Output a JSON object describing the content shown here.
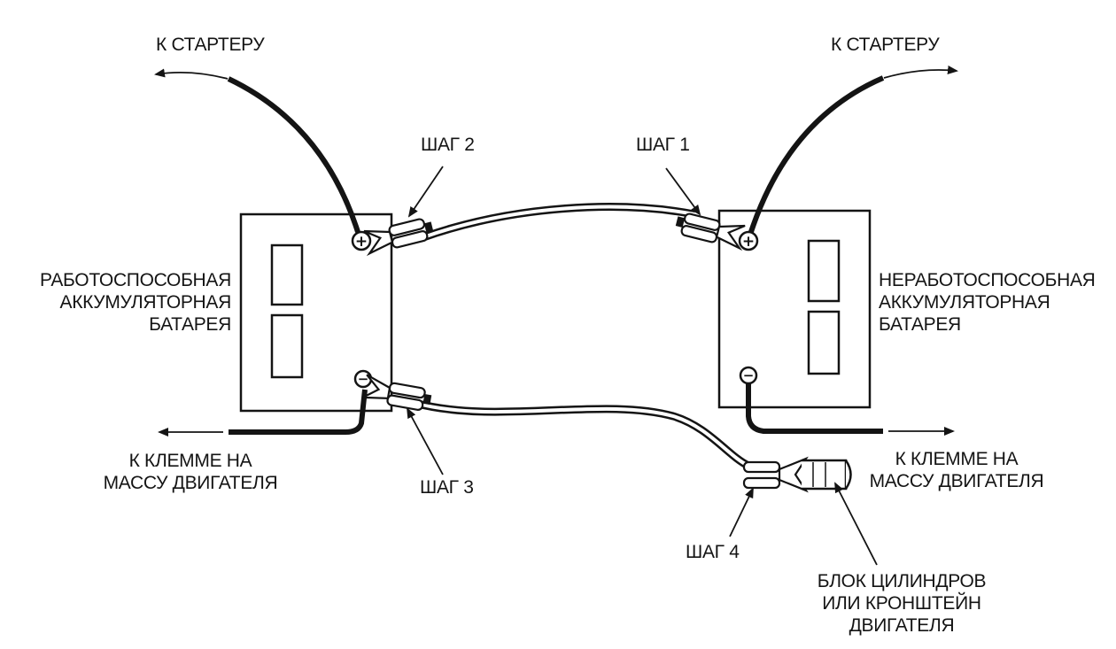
{
  "labels": {
    "to_starter_left": "К СТАРТЕРУ",
    "to_starter_right": "К СТАРТЕРУ",
    "step1": "ШАГ 1",
    "step2": "ШАГ 2",
    "step3": "ШАГ 3",
    "step4": "ШАГ 4",
    "good_battery": [
      "РАБОТОСПОСОБНАЯ",
      "АККУМУЛЯТОРНАЯ",
      "БАТАРЕЯ"
    ],
    "bad_battery": [
      "НЕРАБОТОСПОСОБНАЯ",
      "АККУМУЛЯТОРНАЯ",
      "БАТАРЕЯ"
    ],
    "ground_left": [
      "К КЛЕММЕ НА",
      "МАССУ ДВИГАТЕЛЯ"
    ],
    "ground_right": [
      "К КЛЕММЕ НА",
      "МАССУ ДВИГАТЕЛЯ"
    ],
    "engine_block": [
      "БЛОК ЦИЛИНДРОВ",
      "ИЛИ КРОНШТЕЙН",
      "ДВИГАТЕЛЯ"
    ]
  },
  "symbols": {
    "plus": "+",
    "minus": "−"
  },
  "colors": {
    "ink": "#141414",
    "background": "#ffffff"
  }
}
